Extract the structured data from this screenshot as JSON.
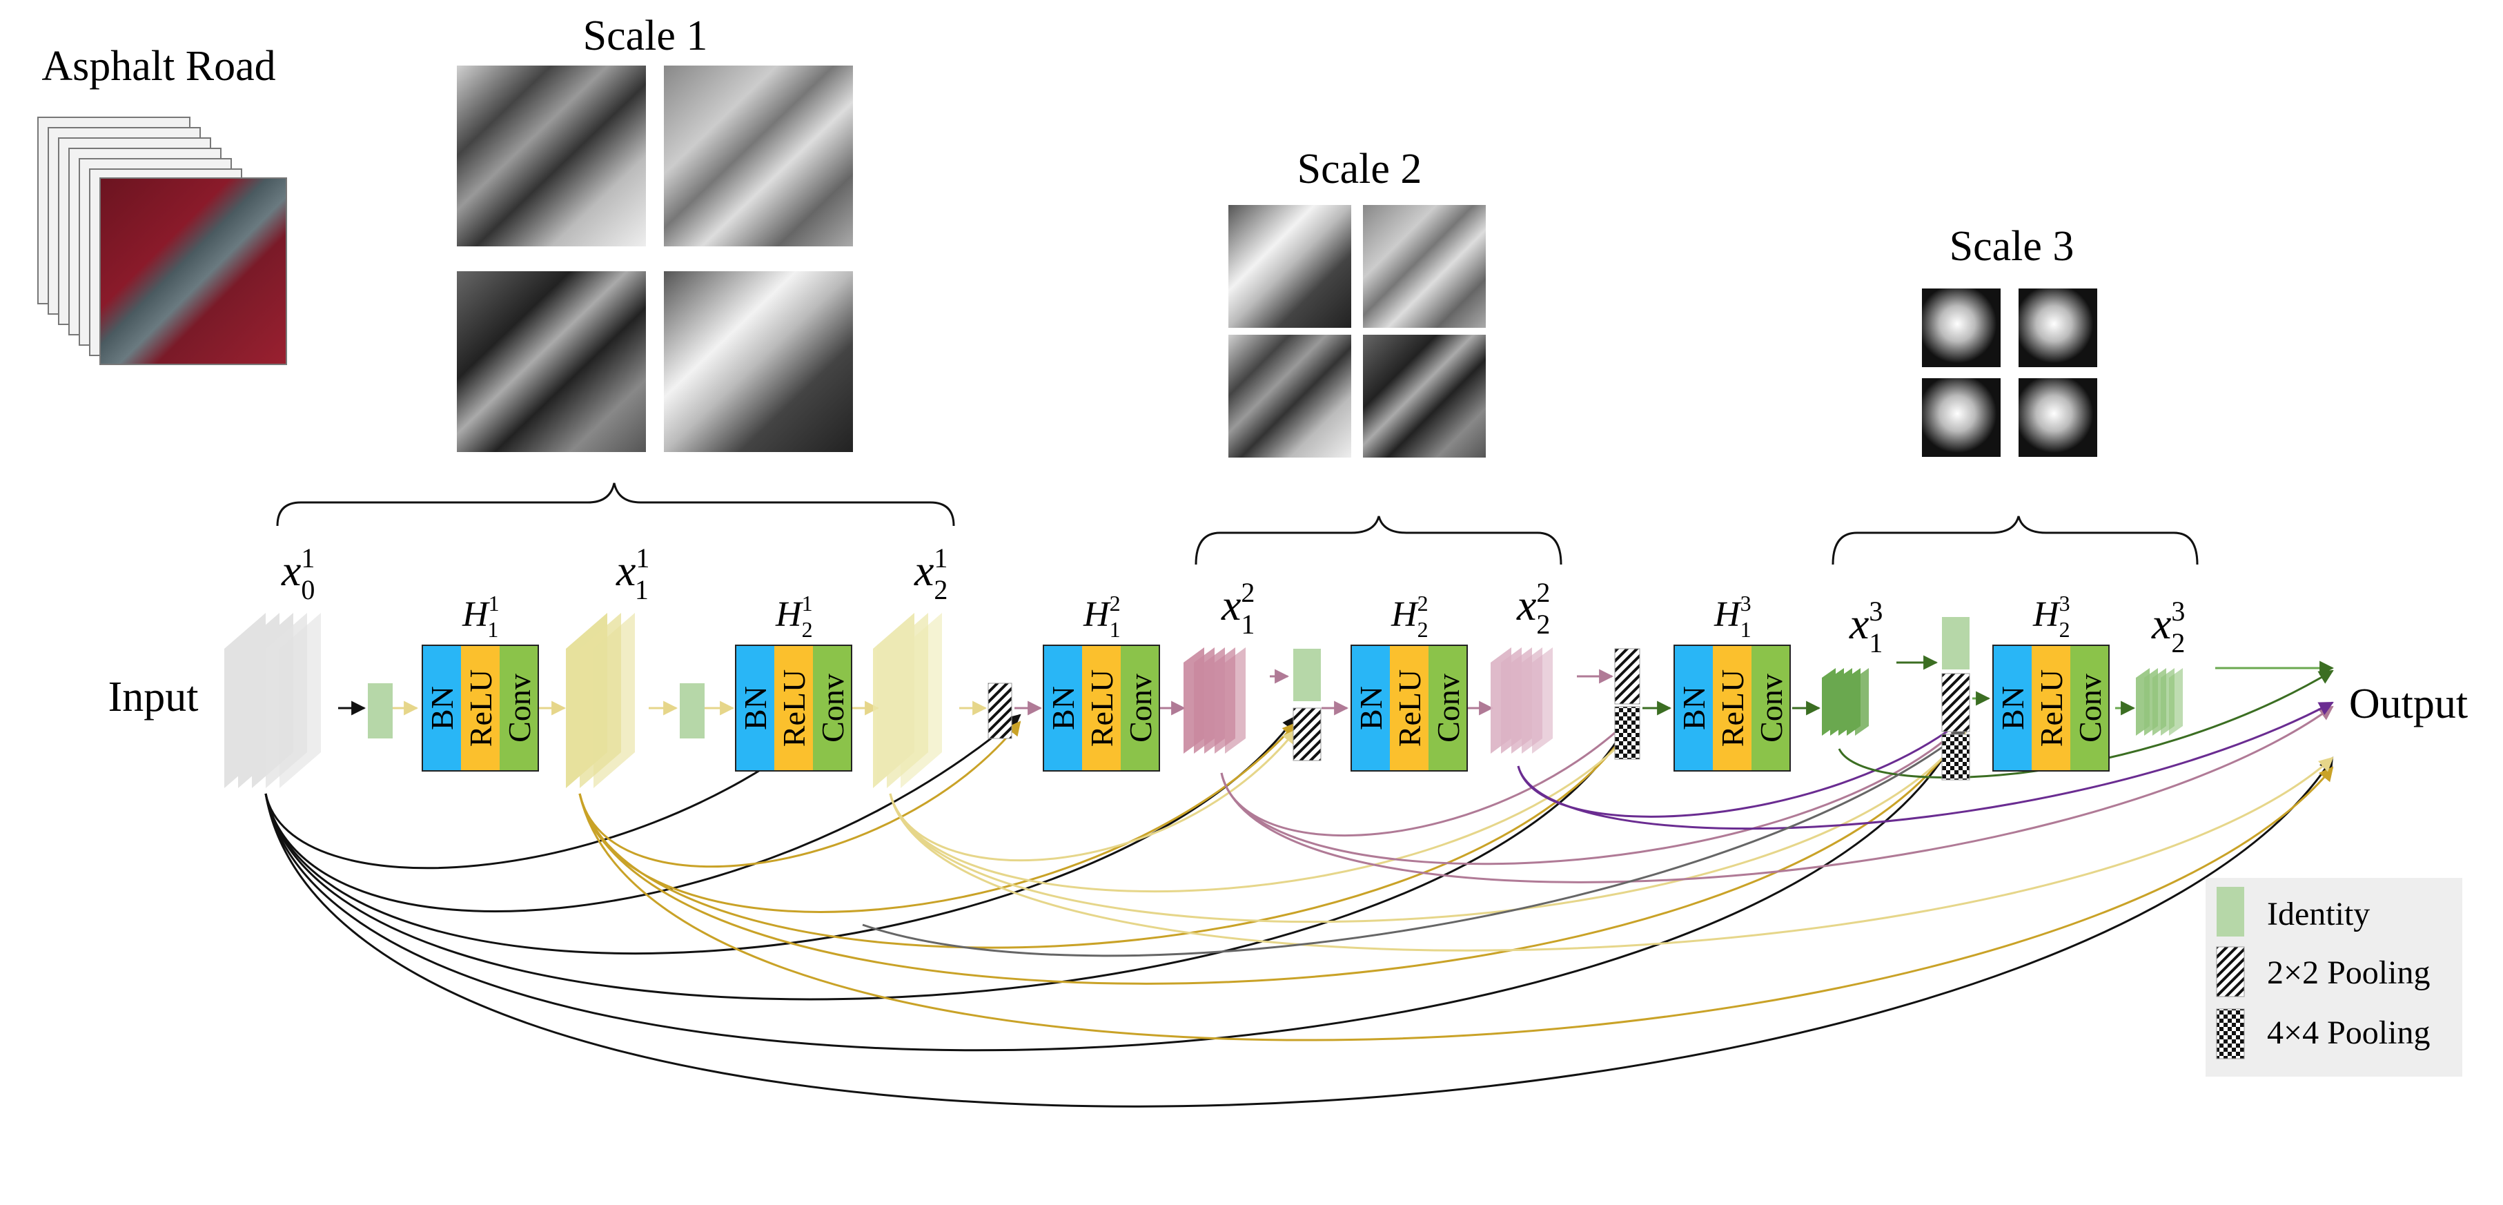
{
  "header": {
    "input_image_title": "Asphalt Road",
    "scales": [
      {
        "label": "Scale 1"
      },
      {
        "label": "Scale 2"
      },
      {
        "label": "Scale 3"
      }
    ]
  },
  "io": {
    "input_label": "Input",
    "output_label": "Output"
  },
  "blocks": [
    {
      "name": "H",
      "sub": "1",
      "sup": "1",
      "layers": [
        "BN",
        "ReLU",
        "Conv"
      ]
    },
    {
      "name": "H",
      "sub": "2",
      "sup": "1",
      "layers": [
        "BN",
        "ReLU",
        "Conv"
      ]
    },
    {
      "name": "H",
      "sub": "1",
      "sup": "2",
      "layers": [
        "BN",
        "ReLU",
        "Conv"
      ]
    },
    {
      "name": "H",
      "sub": "2",
      "sup": "2",
      "layers": [
        "BN",
        "ReLU",
        "Conv"
      ]
    },
    {
      "name": "H",
      "sub": "1",
      "sup": "3",
      "layers": [
        "BN",
        "ReLU",
        "Conv"
      ]
    },
    {
      "name": "H",
      "sub": "2",
      "sup": "3",
      "layers": [
        "BN",
        "ReLU",
        "Conv"
      ]
    }
  ],
  "features": [
    {
      "name": "x",
      "sub": "0",
      "sup": "1"
    },
    {
      "name": "x",
      "sub": "1",
      "sup": "1"
    },
    {
      "name": "x",
      "sub": "2",
      "sup": "1"
    },
    {
      "name": "x",
      "sub": "1",
      "sup": "2"
    },
    {
      "name": "x",
      "sub": "2",
      "sup": "2"
    },
    {
      "name": "x",
      "sub": "1",
      "sup": "3"
    },
    {
      "name": "x",
      "sub": "2",
      "sup": "3"
    }
  ],
  "legend": {
    "items": [
      {
        "label": "Identity",
        "icon": "identity-icon"
      },
      {
        "label": "2×2 Pooling",
        "icon": "pooling-2x2-icon"
      },
      {
        "label": "4×4 Pooling",
        "icon": "pooling-4x4-icon"
      }
    ]
  },
  "colors": {
    "scale1_feature": "#e8e4a0",
    "scale2_feature": "#c9889f",
    "scale3_feature": "#6aa84f",
    "input_feature": "#d9d9d9",
    "identity": "#b6d7a8",
    "bn": "#29b6f6",
    "relu": "#fbc02d",
    "conv": "#8bc34a",
    "link_black": "#111111",
    "link_gold": "#c9a227",
    "link_mauve": "#b07a96",
    "link_purple": "#6a2c91",
    "link_green": "#3b6e22",
    "link_gray": "#555555"
  }
}
